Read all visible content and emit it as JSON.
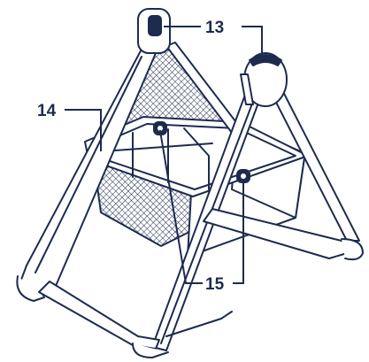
{
  "callouts": [
    {
      "id": "c13",
      "label": "13"
    },
    {
      "id": "c14",
      "label": "14"
    },
    {
      "id": "c15",
      "label": "15"
    }
  ],
  "colors": {
    "ink": "#1d2b4f",
    "mesh": "#1d2b4f",
    "paper": "#ffffff"
  },
  "icons": [
    "swing-frame-illustration",
    "mesh-side-panel",
    "pivot-hub",
    "leader-line"
  ]
}
